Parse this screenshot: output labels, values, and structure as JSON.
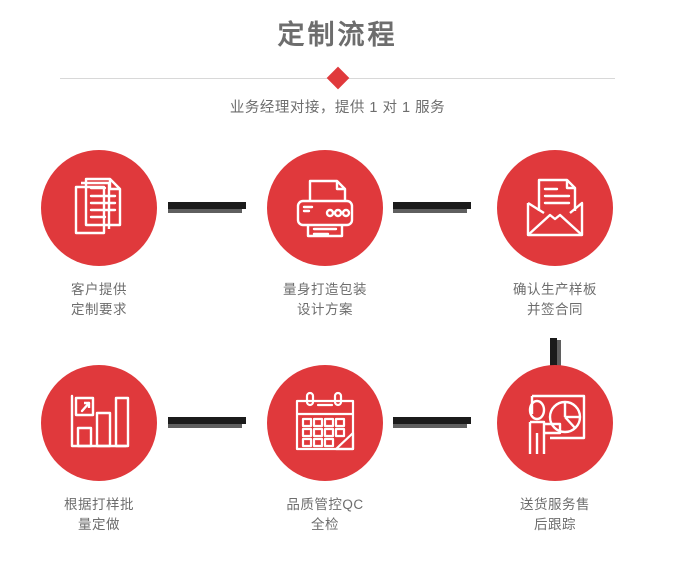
{
  "header": {
    "title": "定制流程",
    "subtitle": "业务经理对接，提供 1 对 1 服务",
    "diamond_icon": "diamond-marker"
  },
  "colors": {
    "accent_red": "#e0393c",
    "text_gray": "#6d6d6d",
    "connector_dark": "#1b1b1b",
    "connector_gray": "#5f5f5f",
    "rule_gray": "#d8d8d8",
    "background": "#ffffff"
  },
  "flow": {
    "steps": [
      {
        "index": "1",
        "icon": "documents-stack-icon",
        "caption": "客户提供\n定制要求"
      },
      {
        "index": "2",
        "icon": "printer-icon",
        "caption": "量身打造包装\n设计方案"
      },
      {
        "index": "3",
        "icon": "envelope-letter-icon",
        "caption": "确认生产样板\n并签合同"
      },
      {
        "index": "4",
        "icon": "bar-chart-icon",
        "caption": "根据打样批\n量定做"
      },
      {
        "index": "5",
        "icon": "calendar-icon",
        "caption": "品质管控QC\n全检"
      },
      {
        "index": "6",
        "icon": "presenter-chart-icon",
        "caption": "送货服务售\n后跟踪"
      }
    ],
    "connectors": [
      {
        "name": "connector-1-to-2",
        "orientation": "horizontal"
      },
      {
        "name": "connector-2-to-3",
        "orientation": "horizontal"
      },
      {
        "name": "connector-3-to-4",
        "orientation": "vertical"
      },
      {
        "name": "connector-4-to-5",
        "orientation": "horizontal"
      },
      {
        "name": "connector-5-to-6",
        "orientation": "horizontal"
      }
    ]
  }
}
